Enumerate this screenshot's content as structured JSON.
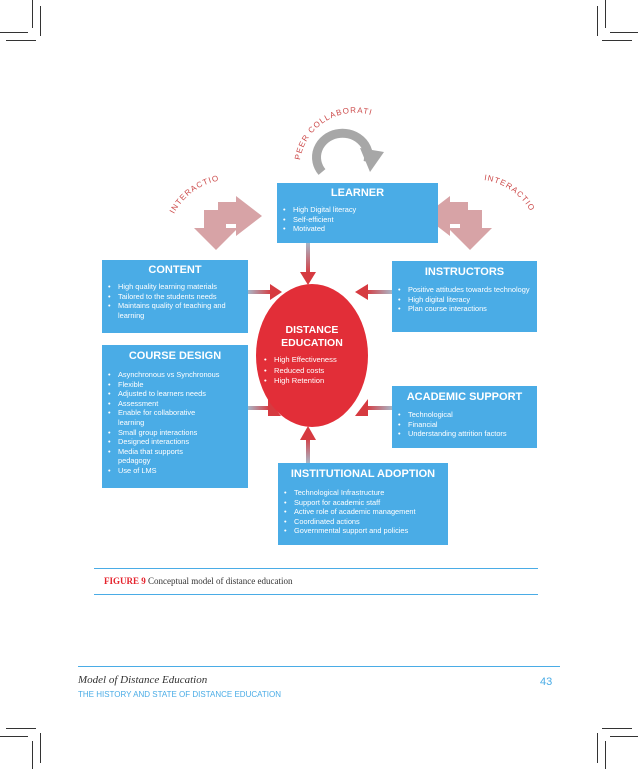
{
  "diagram": {
    "center": {
      "title_line1": "DISTANCE",
      "title_line2": "EDUCATION",
      "items": [
        "High Effectiveness",
        "Reduced costs",
        "High Retention"
      ]
    },
    "learner": {
      "title": "LEARNER",
      "items": [
        "High Digital literacy",
        "Self-efficient",
        "Motivated"
      ]
    },
    "content": {
      "title": "CONTENT",
      "items": [
        "High quality learning materials",
        "Tailored to the students needs",
        "Maintains quality of teaching and learning"
      ]
    },
    "course_design": {
      "title": "COURSE DESIGN",
      "items": [
        "Asynchronous vs Synchronous",
        "Flexible",
        "Adjusted to learners needs",
        "Assessment",
        "Enable for collaborative learning",
        "Small group interactions",
        "Designed interactions",
        "Media that supports pedagogy",
        "Use of LMS"
      ]
    },
    "instructors": {
      "title": "INSTRUCTORS",
      "items": [
        "Positive attitudes towards technology",
        "High digital literacy",
        "Plan course interactions"
      ]
    },
    "academic_support": {
      "title": "ACADEMIC SUPPORT",
      "items": [
        "Technological",
        "Financial",
        "Understanding attrition factors"
      ]
    },
    "institutional": {
      "title": "INSTITUTIONAL ADOPTION",
      "items": [
        "Technological Infrastructure",
        "Support for academic staff",
        "Active role of academic management",
        "Coordinated actions",
        "Governmental support and policies"
      ]
    },
    "peer_label": "PEER COLLABORATION",
    "interaction_left": "INTERACTION",
    "interaction_right": "INTERACTION"
  },
  "caption": {
    "label": "FIGURE 9",
    "text": "Conceptual model of distance education"
  },
  "footer": {
    "title": "Model of Distance Education",
    "subtitle": "THE HISTORY AND STATE OF DISTANCE EDUCATION",
    "page_number": "43"
  },
  "colors": {
    "box_blue": "#4aace6",
    "center_red": "#e22e38",
    "arrow_pink": "#d7a3a6",
    "accent_red": "#e5222c",
    "rule_blue": "#4aace6"
  }
}
